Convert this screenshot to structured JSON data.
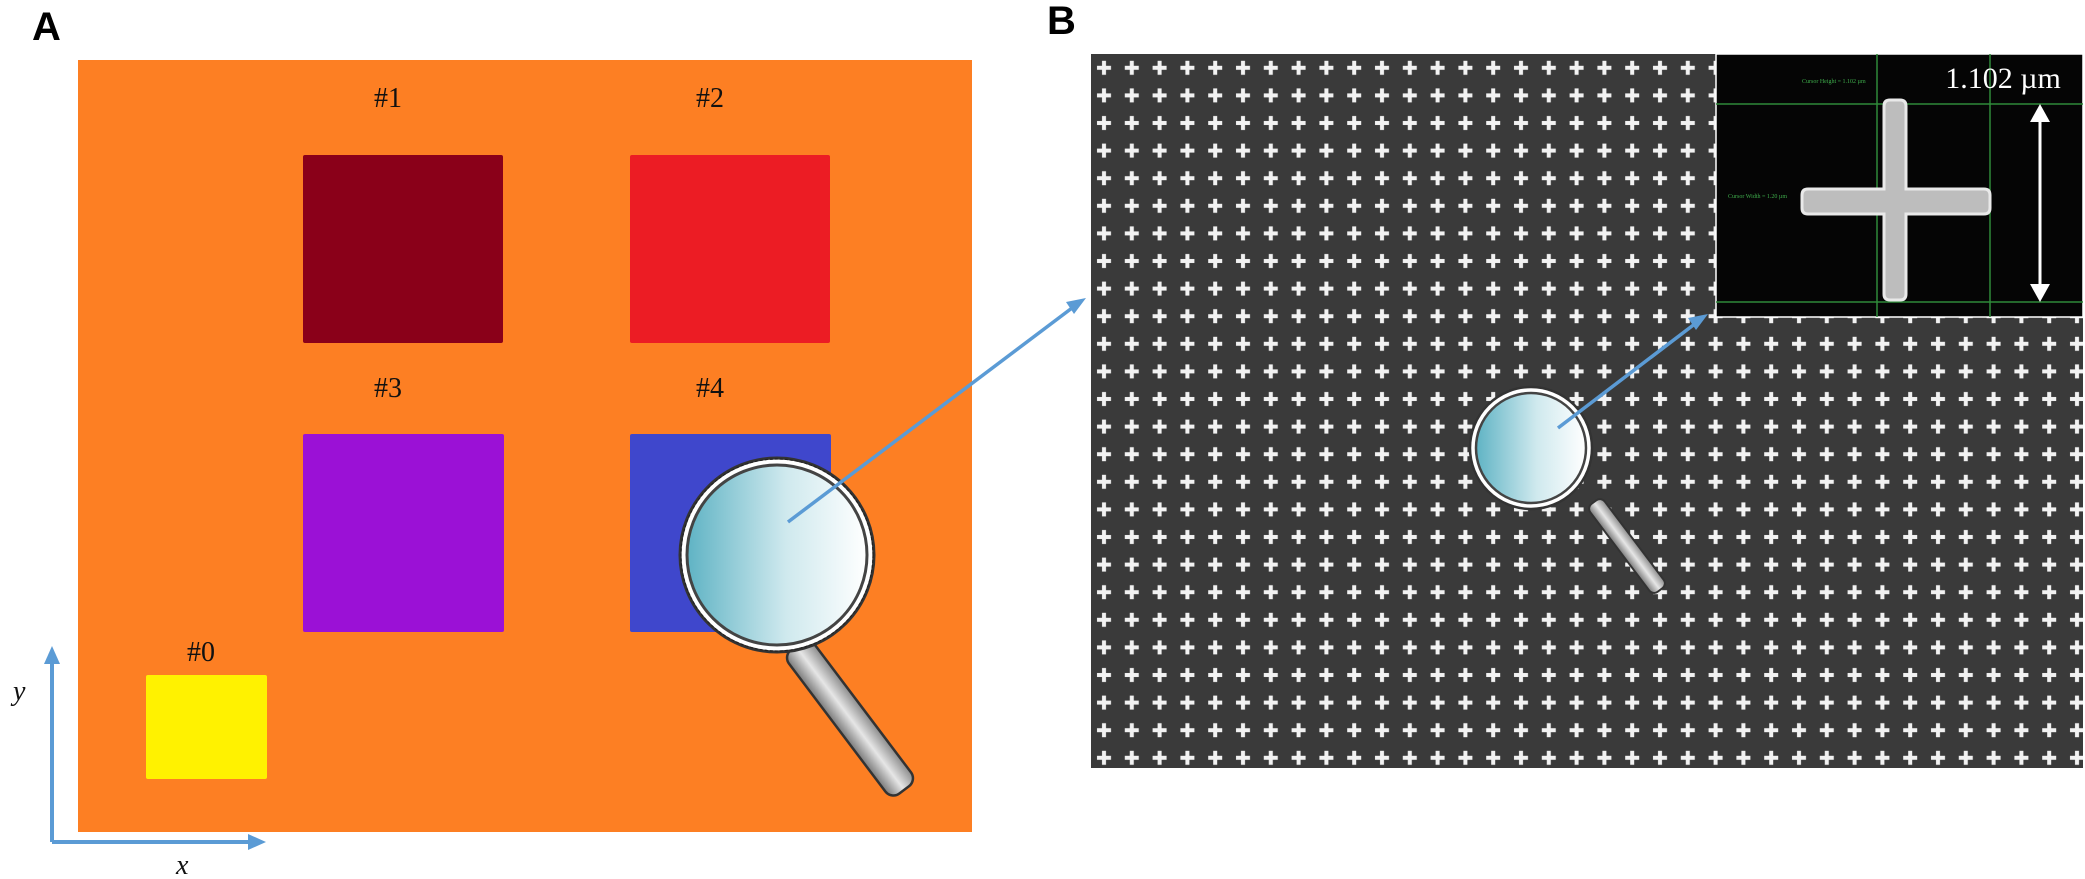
{
  "panel_a": {
    "letter": "A",
    "background_color": "#fd7f23",
    "samples": [
      {
        "label": "#1",
        "color": "#8a0019"
      },
      {
        "label": "#2",
        "color": "#ec1c24"
      },
      {
        "label": "#3",
        "color": "#9b11d6"
      },
      {
        "label": "#4",
        "color": "#3f47cc"
      },
      {
        "label": "#0",
        "color": "#fff200"
      }
    ],
    "axis_x_label": "x",
    "axis_y_label": "y",
    "axis_color": "#5b9bd5"
  },
  "panel_b": {
    "letter": "B",
    "sem_background": "#3a3a3a",
    "cross_color": "#f2f2f2",
    "inset_measurement": "1.102 µm",
    "inset_caption_top": "Cursor Height = 1.102 µm",
    "inset_caption_left": "Cursor Width = 1.20 µm"
  },
  "connector_color": "#5b9bd5"
}
